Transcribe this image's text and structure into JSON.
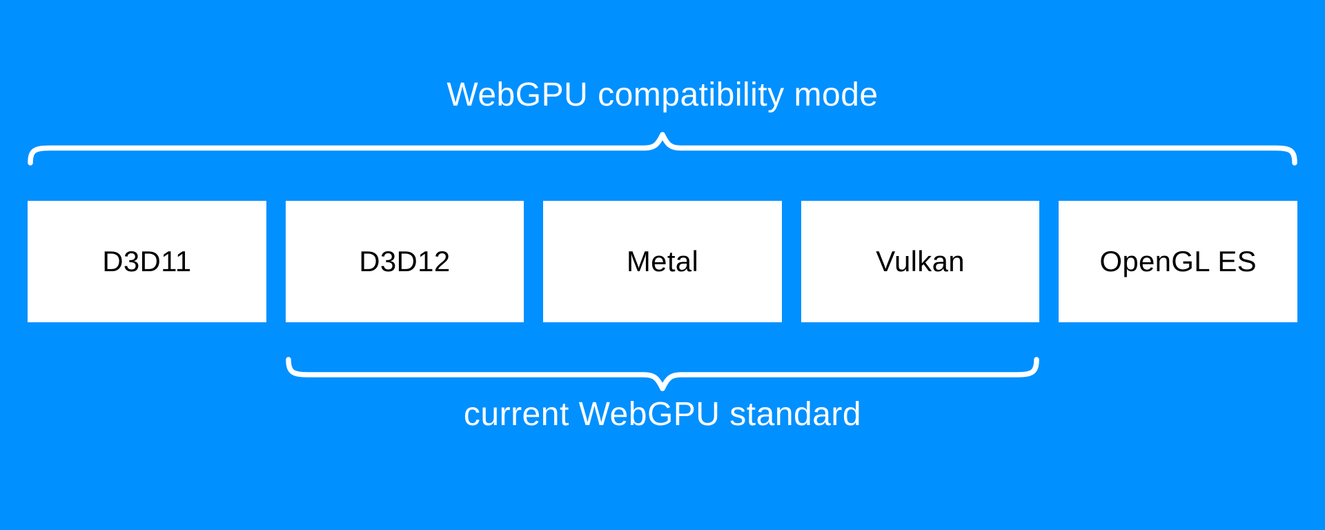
{
  "diagram": {
    "top_brace_label": "WebGPU compatibility mode",
    "bottom_brace_label": "current WebGPU standard",
    "boxes": [
      {
        "label": "D3D11"
      },
      {
        "label": "D3D12"
      },
      {
        "label": "Metal"
      },
      {
        "label": "Vulkan"
      },
      {
        "label": "OpenGL ES"
      }
    ]
  },
  "colors": {
    "background": "#0190ff",
    "box_background": "#ffffff",
    "box_text": "#000000",
    "brace": "#ffffff",
    "label_text": "#ffffff"
  }
}
